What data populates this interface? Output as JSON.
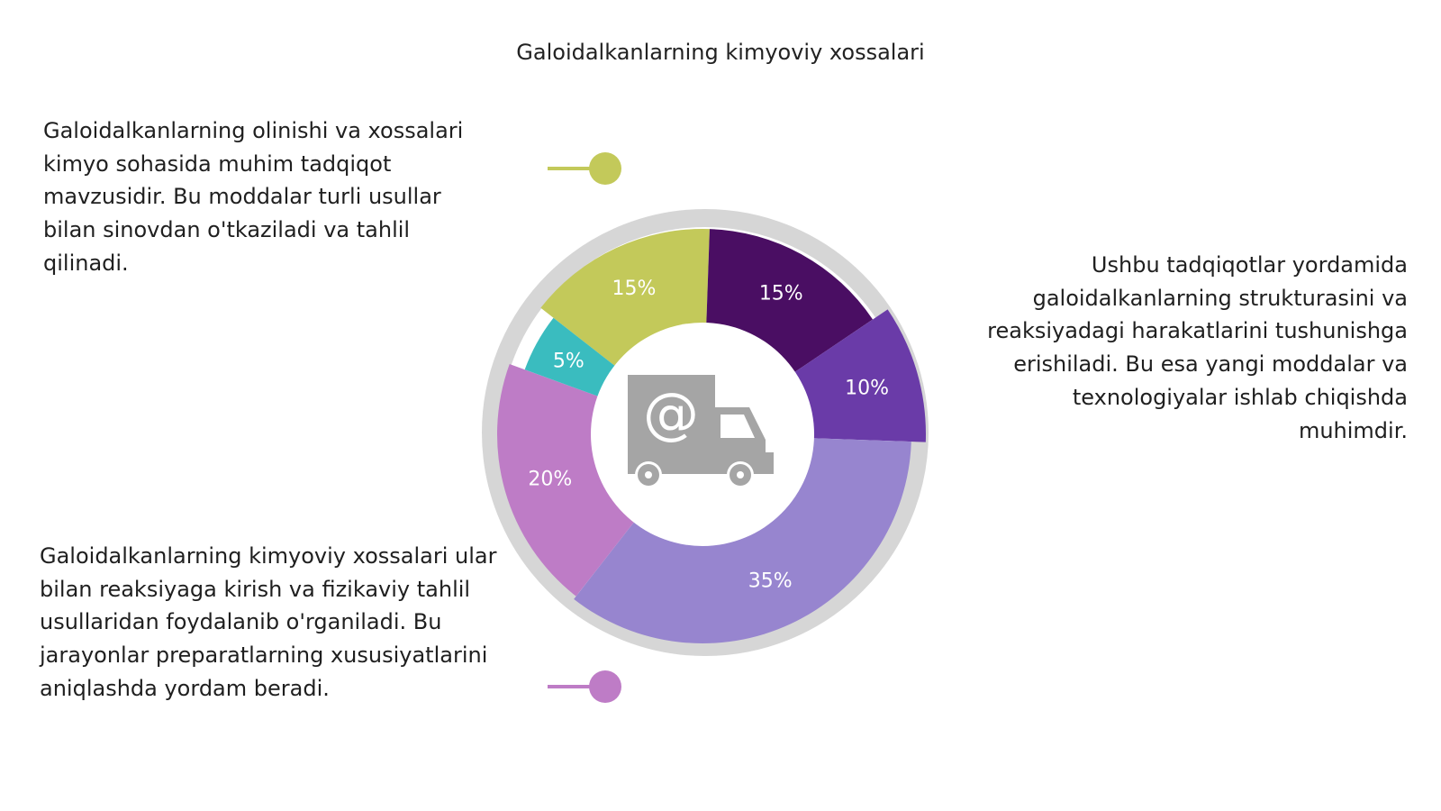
{
  "title": "Galoidalkanlarning kimyoviy xossalari",
  "paragraphs": {
    "top_left": "Galoidalkanlarning olinishi va xossalari kimyo sohasida muhim tadqiqot mavzusidir. Bu moddalar turli usullar bilan sinovdan o'tkaziladi va tahlil qilinadi.",
    "right": "Ushbu tadqiqotlar yordamida galoidalkanlarning strukturasini va reaksiyadagi harakatlarini tushunishga erishiladi. Bu esa yangi moddalar va texnologiyalar ishlab chiqishda muhimdir.",
    "bottom_left": "Galoidalkanlarning kimyoviy xossalari ular bilan reaksiyaga kirish va fizikaviy tahlil usullaridan foydalanib o'rganiladi. Bu jarayonlar preparatlarning xususiyatlarini aniqlashda yordam beradi."
  },
  "center_icon": "delivery-truck-email-icon",
  "chart_data": {
    "type": "pie",
    "variant": "donut",
    "title": "Galoidalkanlarning kimyoviy xossalari",
    "slices": [
      {
        "label": "15%",
        "value": 15,
        "color": "#c3c95a"
      },
      {
        "label": "15%",
        "value": 15,
        "color": "#4a0e63"
      },
      {
        "label": "10%",
        "value": 10,
        "color": "#6a3ba8"
      },
      {
        "label": "35%",
        "value": 35,
        "color": "#9785cf"
      },
      {
        "label": "20%",
        "value": 20,
        "color": "#be7cc6"
      },
      {
        "label": "5%",
        "value": 5,
        "color": "#3abcbf"
      }
    ],
    "ring_color": "#d6d6d6",
    "legend_markers": [
      {
        "color": "#c3c95a"
      },
      {
        "color": "#be7cc6"
      }
    ]
  }
}
